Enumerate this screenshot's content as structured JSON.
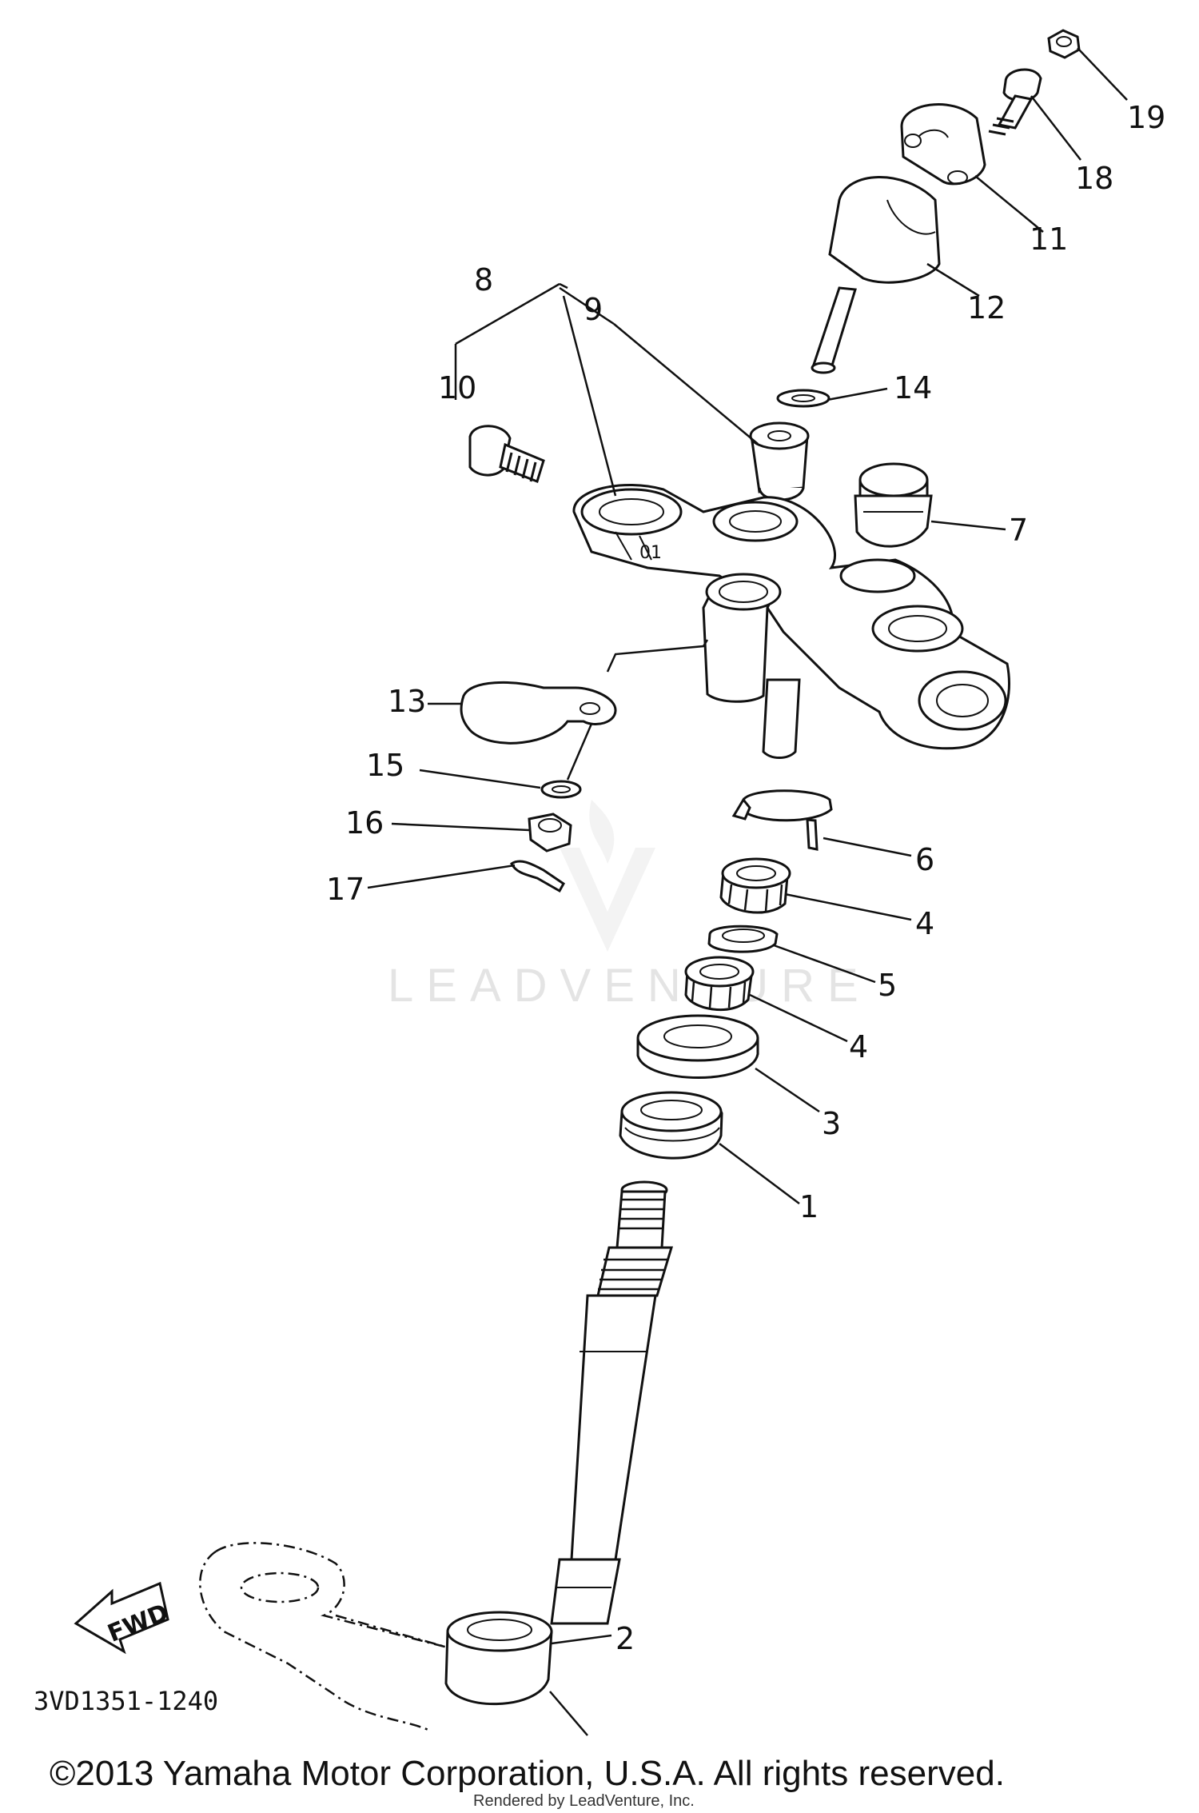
{
  "diagram": {
    "code": "3VD1351-1240",
    "fwd_label": "FWD",
    "watermark": "LEADVENTURE",
    "copyright": "©2013 Yamaha Motor Corporation, U.S.A. All rights reserved.",
    "rendered_by": "Rendered by LeadVenture, Inc.",
    "callouts": [
      "1",
      "2",
      "3",
      "4",
      "4",
      "5",
      "6",
      "7",
      "8",
      "9",
      "10",
      "11",
      "12",
      "13",
      "14",
      "15",
      "16",
      "17",
      "18",
      "19"
    ]
  }
}
